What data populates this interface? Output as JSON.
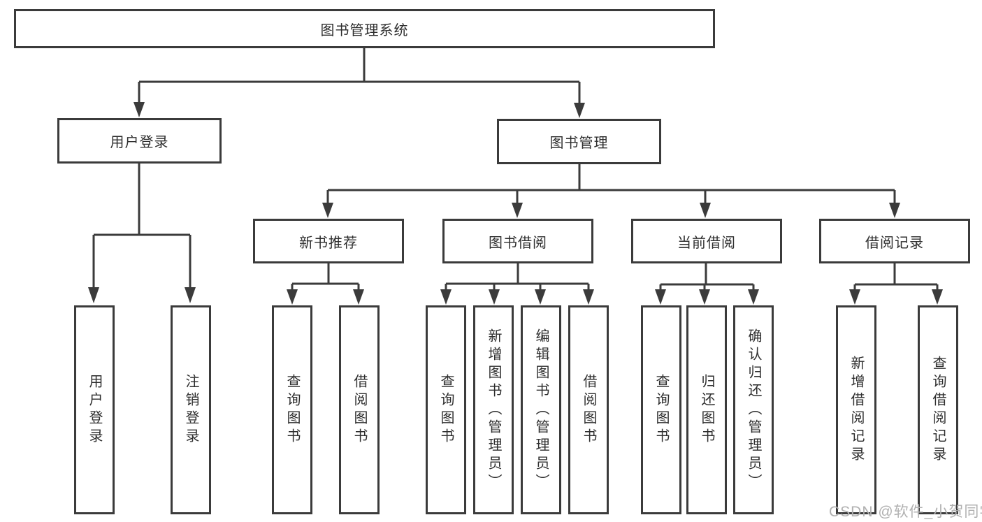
{
  "tree": {
    "root": {
      "label": "图书管理系统",
      "children": [
        {
          "label": "用户登录",
          "children": [
            {
              "label": "用户登录"
            },
            {
              "label": "注销登录"
            }
          ]
        },
        {
          "label": "图书管理",
          "children": [
            {
              "label": "新书推荐",
              "children": [
                {
                  "label": "查询图书"
                },
                {
                  "label": "借阅图书"
                }
              ]
            },
            {
              "label": "图书借阅",
              "children": [
                {
                  "label": "查询图书"
                },
                {
                  "label": "新增图书（管理员）"
                },
                {
                  "label": "编辑图书（管理员）"
                },
                {
                  "label": "借阅图书"
                }
              ]
            },
            {
              "label": "当前借阅",
              "children": [
                {
                  "label": "查询图书"
                },
                {
                  "label": "归还图书"
                },
                {
                  "label": "确认归还（管理员）"
                }
              ]
            },
            {
              "label": "借阅记录",
              "children": [
                {
                  "label": "新增借阅记录"
                },
                {
                  "label": "查询借阅记录"
                }
              ]
            }
          ]
        }
      ]
    }
  },
  "watermark": "CSDN @软件_小贺同学",
  "colors": {
    "line": "#3b3b3b",
    "text": "#2e2e2e",
    "box_background": "#ffffff",
    "watermark": "#b0b0b0"
  }
}
